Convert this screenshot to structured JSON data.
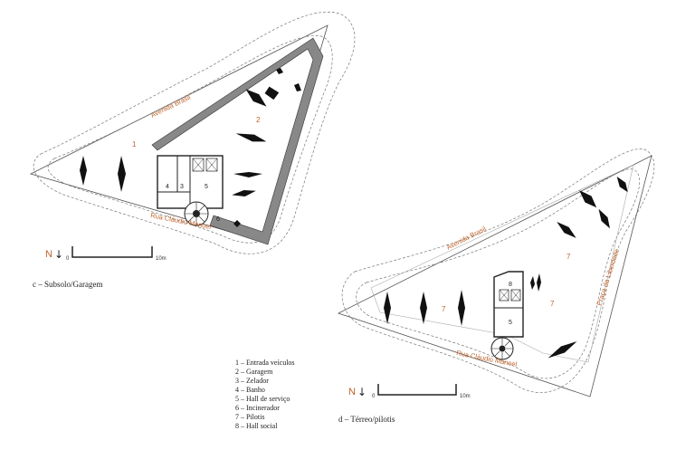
{
  "plan_c": {
    "caption": "c – Subsolo/Garagem",
    "street_avenida": "Avenida Brasil",
    "street_rua": "Rua Cláudio Manoel",
    "north_label": "N",
    "scale_start": "0",
    "scale_end": "10m",
    "rooms": [
      "1",
      "2",
      "3",
      "4",
      "5",
      "6"
    ]
  },
  "plan_d": {
    "caption": "d – Térreo/pilotis",
    "street_avenida": "Avenida Brasil",
    "street_rua": "Rua Cláudio Manoel",
    "street_praca": "Praça da Liberdade",
    "north_label": "N",
    "scale_start": "0",
    "scale_end": "10m",
    "rooms": [
      "7",
      "7",
      "7",
      "8",
      "5"
    ]
  },
  "legend": [
    "1 – Entrada veículos",
    "2 – Garagem",
    "3 – Zelador",
    "4 – Banho",
    "5 – Hall de serviço",
    "6 – Incinerador",
    "7 – Pilotis",
    "8 – Hall social"
  ]
}
